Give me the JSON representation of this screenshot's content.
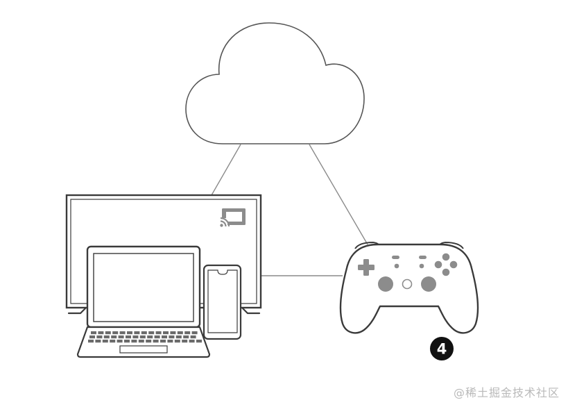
{
  "diagram": {
    "nodes": [
      {
        "id": "cloud",
        "icon": "cloud-icon"
      },
      {
        "id": "tv",
        "icon": "tv-icon"
      },
      {
        "id": "laptop",
        "icon": "laptop-icon"
      },
      {
        "id": "phone",
        "icon": "smartphone-icon"
      },
      {
        "id": "controller",
        "icon": "gamepad-icon"
      }
    ],
    "badge": {
      "label": "4"
    },
    "cast_icon": "cast-icon"
  },
  "colors": {
    "stroke": "#3a3a3a",
    "connector": "#8a8a8a",
    "button_gray": "#8c8c8c",
    "badge_bg": "#111111",
    "watermark": "#b9b9b9"
  },
  "watermark": {
    "text": "@稀土掘金技术社区"
  }
}
